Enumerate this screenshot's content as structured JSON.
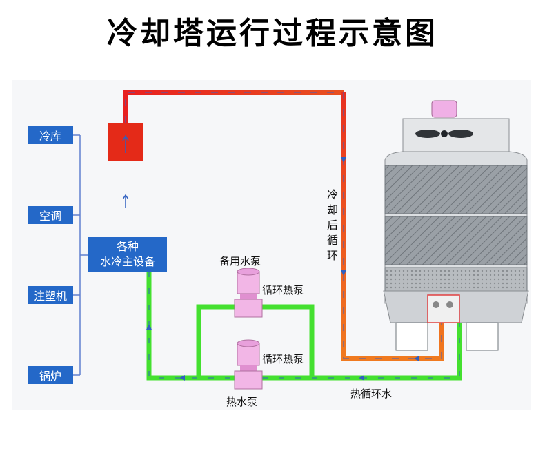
{
  "title": "冷却塔运行过程示意图",
  "equipment": [
    {
      "label": "冷库"
    },
    {
      "label": "空调"
    },
    {
      "label": "注塑机"
    },
    {
      "label": "锅炉"
    }
  ],
  "main_equipment": {
    "line1": "各种",
    "line2": "水冷主设备"
  },
  "labels": {
    "standby_pump": "备用水泵",
    "circ_pump_top": "循环热泵",
    "circ_pump_bottom": "循环热泵",
    "hot_water_pump": "热水泵",
    "hot_circulation": "热循环水",
    "cooled_circulation": "冷却后循环"
  },
  "colors": {
    "equipment_blue": "#2468c8",
    "hot_pipe": "#e83020",
    "cool_pipe": "#f07a20",
    "green_pipe": "#44e030",
    "pump_pink": "#f0a8e0"
  },
  "icons": [
    "fan-icon",
    "motor-icon",
    "pump-icon"
  ]
}
